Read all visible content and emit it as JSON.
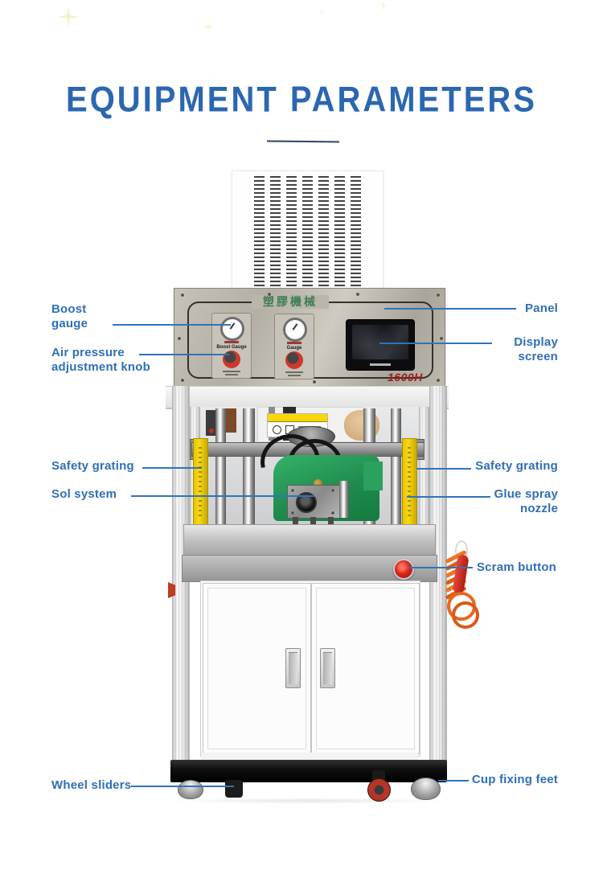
{
  "colors": {
    "accent_blue": "#2b67b1",
    "label_blue": "#2f6fb7",
    "model_red": "#9e1c1c",
    "machine_green": "#249757",
    "grating_yellow": "#f0cd00"
  },
  "title": "EQUIPMENT PARAMETERS",
  "machine": {
    "header_text": "塑膠機械",
    "model": "1600H",
    "left_gauge_label": "Boost Gauge",
    "right_gauge_label": "Gauge"
  },
  "callouts": {
    "left": [
      {
        "id": "boost-gauge",
        "lines": [
          "Boost",
          "gauge"
        ]
      },
      {
        "id": "air-pressure-adjustment-knob",
        "lines": [
          "Air pressure",
          "adjustment knob"
        ]
      },
      {
        "id": "safety-grating-left",
        "lines": [
          "Safety grating"
        ]
      },
      {
        "id": "sol-system",
        "lines": [
          "Sol system"
        ]
      },
      {
        "id": "wheel-sliders",
        "lines": [
          "Wheel sliders"
        ]
      }
    ],
    "right": [
      {
        "id": "panel",
        "lines": [
          "Panel"
        ]
      },
      {
        "id": "display-screen",
        "lines": [
          "Display",
          "screen"
        ]
      },
      {
        "id": "safety-grating-right",
        "lines": [
          "Safety grating"
        ]
      },
      {
        "id": "glue-spray-nozzle",
        "lines": [
          "Glue spray",
          "nozzle"
        ]
      },
      {
        "id": "scram-button",
        "lines": [
          "Scram button"
        ]
      },
      {
        "id": "cup-fixing-feet",
        "lines": [
          "Cup fixing feet"
        ]
      }
    ]
  }
}
